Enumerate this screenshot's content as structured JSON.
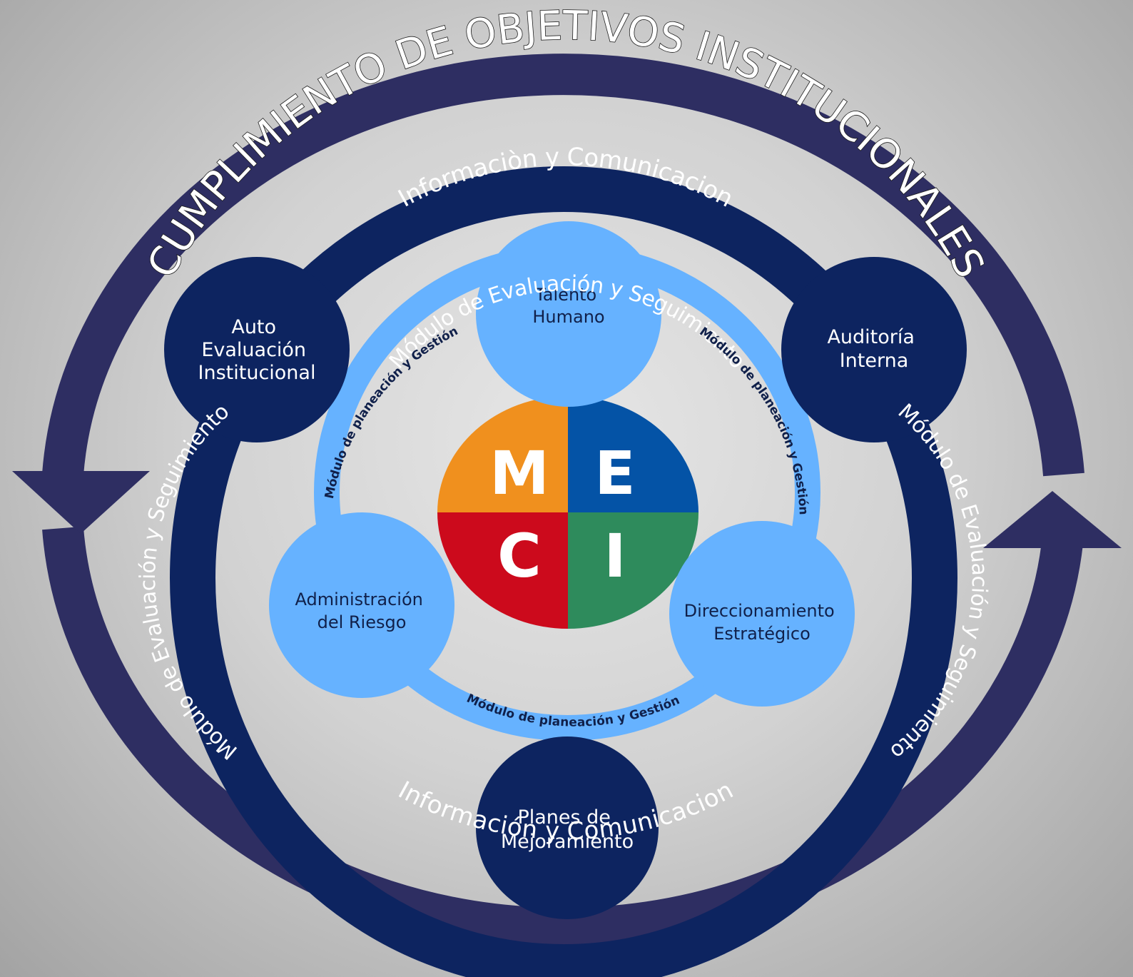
{
  "title": "CUMPLIMIENTO DE OBJETIVOS INSTITUCIONALES",
  "outer_ring": {
    "top_label": "Informaciòn y Comunicacion",
    "bottom_label": "Información y Comunicacion"
  },
  "middle_ring": {
    "top_label": "Módulo de Evaluación y Seguimiento",
    "left_label": "Módulo de Evaluación y Seguimiento",
    "right_label": "Módulo de Evaluación y Seguimiento"
  },
  "inner_ring": {
    "left_label": "Módulo de planeación y Gestión",
    "right_label": "Módulo de planeación y Gestión",
    "bottom_label": "Módulo de planeación y Gestión"
  },
  "dark_nodes": {
    "auto_evaluacion": [
      "Auto",
      "Evaluación",
      "Institucional"
    ],
    "auditoria": [
      "Auditoría",
      "Interna"
    ],
    "planes": [
      "Planes de",
      "Mejoramiento"
    ]
  },
  "light_nodes": {
    "talento": [
      "Talento",
      "Humano"
    ],
    "administracion": [
      "Administración",
      "del Riesgo"
    ],
    "direccionamiento": [
      "Direccionamiento",
      "Estratégico"
    ]
  },
  "meci": {
    "letters": [
      "M",
      "E",
      "C",
      "I"
    ],
    "colors": [
      "#f0901e",
      "#0453a6",
      "#cc0a1c",
      "#2e8b5c"
    ]
  },
  "colors": {
    "outer_ring": "#2e2e62",
    "middle_ring": "#0d2460",
    "inner_ring": "#66b2ff",
    "dark_node": "#0d2460",
    "light_node": "#66b2ff"
  }
}
